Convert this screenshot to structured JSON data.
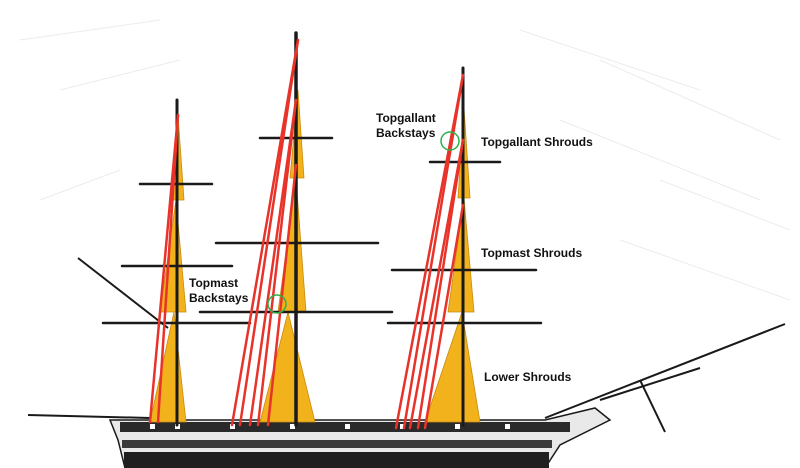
{
  "diagram": {
    "labels": {
      "topgallant_backstays_line1": "Topgallant",
      "topgallant_backstays_line2": "Backstays",
      "topgallant_shrouds": "Topgallant Shrouds",
      "topmast_shrouds": "Topmast Shrouds",
      "topmast_backstays_line1": "Topmast",
      "topmast_backstays_line2": "Backstays",
      "lower_shrouds": "Lower Shrouds"
    },
    "colors": {
      "backstay": "#e8332a",
      "shroud": "#f2b21c",
      "highlight_circle": "#29b24a",
      "ink": "#1a1a1a"
    }
  }
}
